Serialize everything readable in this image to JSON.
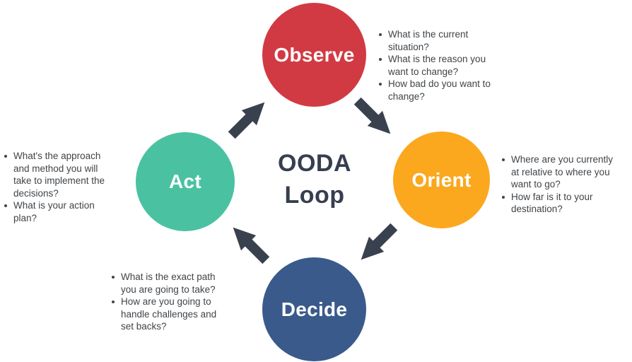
{
  "title": "OODA\nLoop",
  "colors": {
    "observe": "#d23a43",
    "orient": "#fba81f",
    "decide": "#3a5a8b",
    "act": "#4ac2a2",
    "arrow": "#3a414e",
    "title_text": "#363e4f",
    "note_text": "#404448"
  },
  "nodes": {
    "observe": {
      "label": "Observe",
      "notes": [
        "What is the current situation?",
        "What is the reason you want to change?",
        "How bad do you want to change?"
      ]
    },
    "orient": {
      "label": "Orient",
      "notes": [
        "Where are you currently at relative to where you want to go?",
        "How far is it to your destination?"
      ]
    },
    "decide": {
      "label": "Decide",
      "notes": [
        "What is the exact path you are going to take?",
        "How are you going to handle challenges and set backs?"
      ]
    },
    "act": {
      "label": "Act",
      "notes": [
        "What's the approach and method you will take to implement the decisions?",
        "What is your action plan?"
      ]
    }
  }
}
